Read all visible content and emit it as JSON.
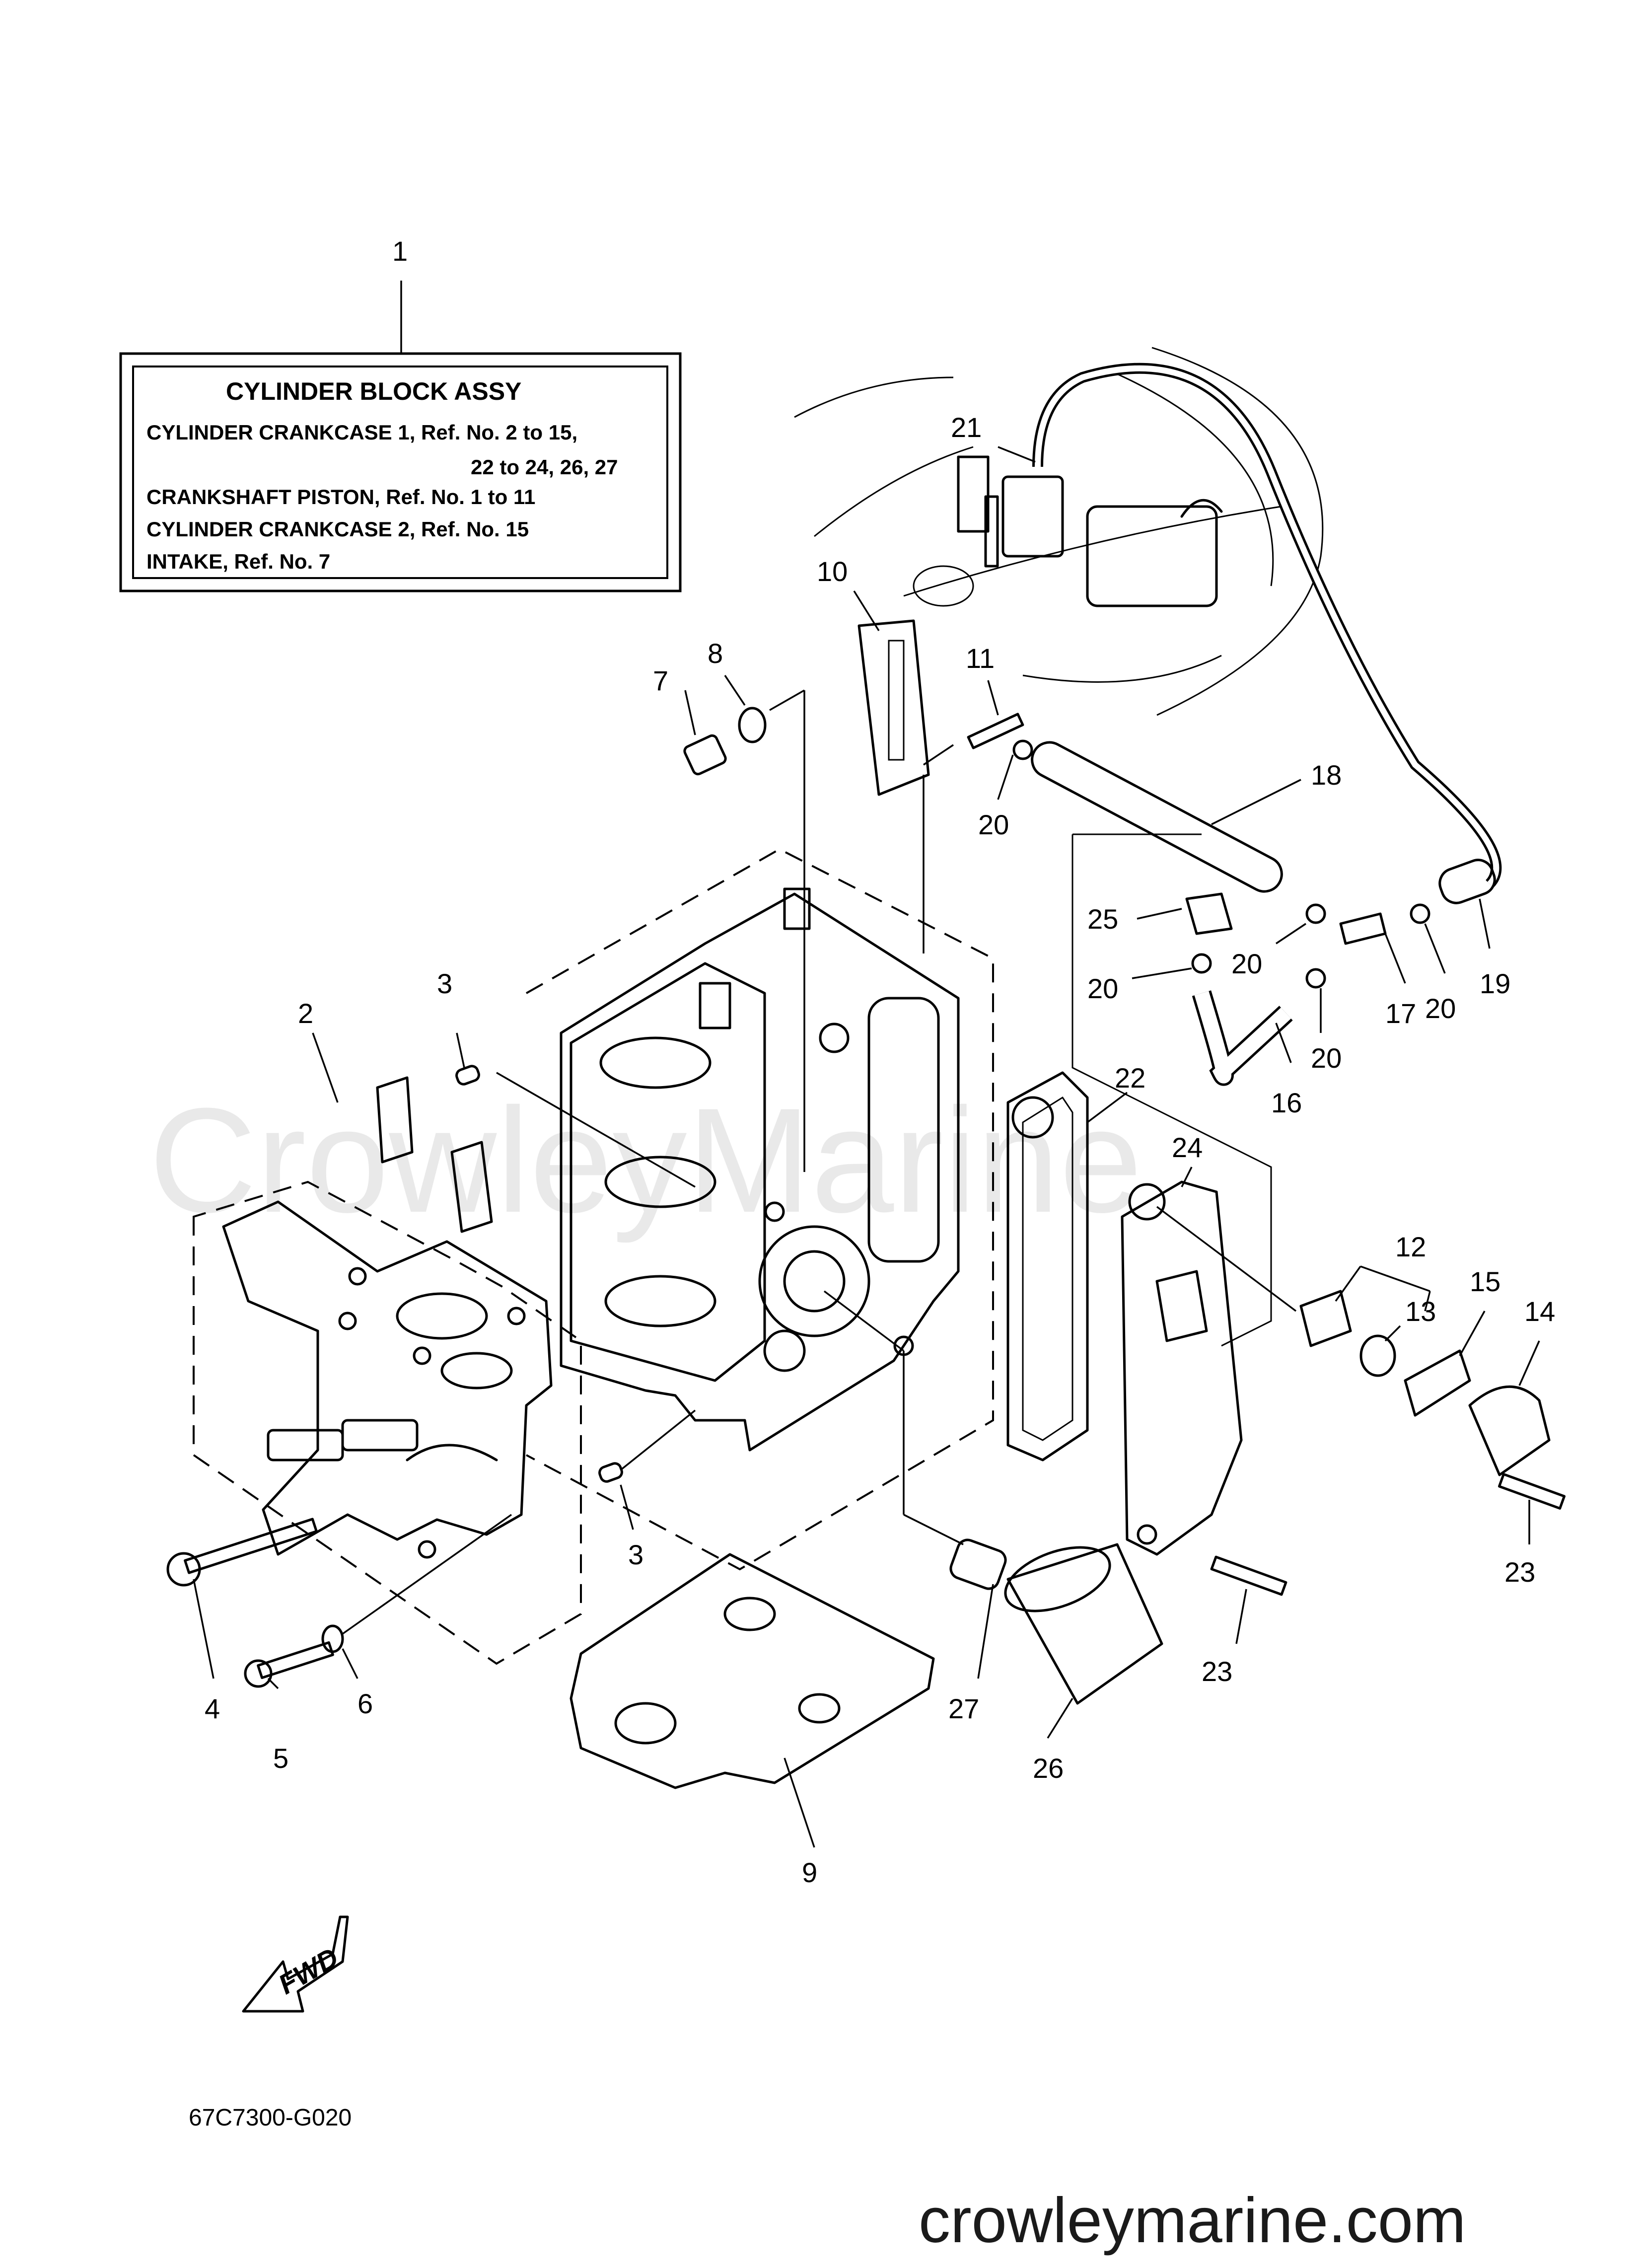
{
  "title_box": {
    "ref": "1",
    "title": "CYLINDER BLOCK ASSY",
    "lines": [
      "CYLINDER CRANKCASE 1,  Ref. No. 2 to 15,",
      "22 to 24, 26, 27",
      "CRANKSHAFT PISTON,  Ref. No. 1 to 11",
      "CYLINDER CRANKCASE 2,  Ref. No. 15",
      "INTAKE,  Ref. No. 7"
    ]
  },
  "watermark": "CrowleyMarine",
  "callouts": {
    "c2": "2",
    "c3a": "3",
    "c3b": "3",
    "c4": "4",
    "c5": "5",
    "c6": "6",
    "c7": "7",
    "c8": "8",
    "c9": "9",
    "c10": "10",
    "c11": "11",
    "c12": "12",
    "c13": "13",
    "c14": "14",
    "c15": "15",
    "c16": "16",
    "c17": "17",
    "c18": "18",
    "c19": "19",
    "c20a": "20",
    "c20b": "20",
    "c20c": "20",
    "c20d": "20",
    "c20e": "20",
    "c21": "21",
    "c22": "22",
    "c23a": "23",
    "c23b": "23",
    "c24": "24",
    "c25": "25",
    "c26": "26",
    "c27": "27"
  },
  "fwd_label": "FWD",
  "diagram_code": "67C7300-G020",
  "site": "crowleymarine.com"
}
